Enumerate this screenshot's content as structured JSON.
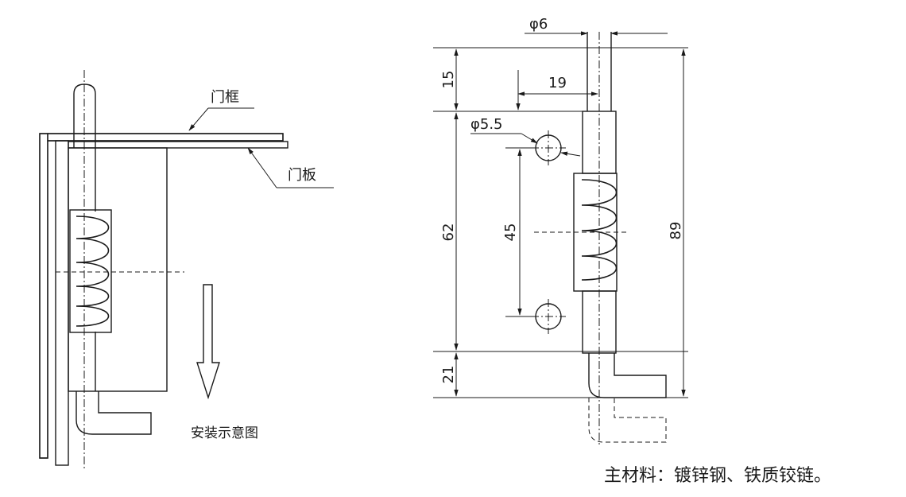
{
  "labels": {
    "door_frame": "门框",
    "door_panel": "门板",
    "install_diagram": "安装示意图",
    "material_note": "主材料：镀锌钢、铁质铰链。"
  },
  "dimensions": {
    "pin_diameter": "φ6",
    "hole_diameter": "φ5.5",
    "top_length": "15",
    "hole_offset": "19",
    "hole_spacing": "45",
    "body_length": "62",
    "total_length": "89",
    "bend_length": "21"
  }
}
